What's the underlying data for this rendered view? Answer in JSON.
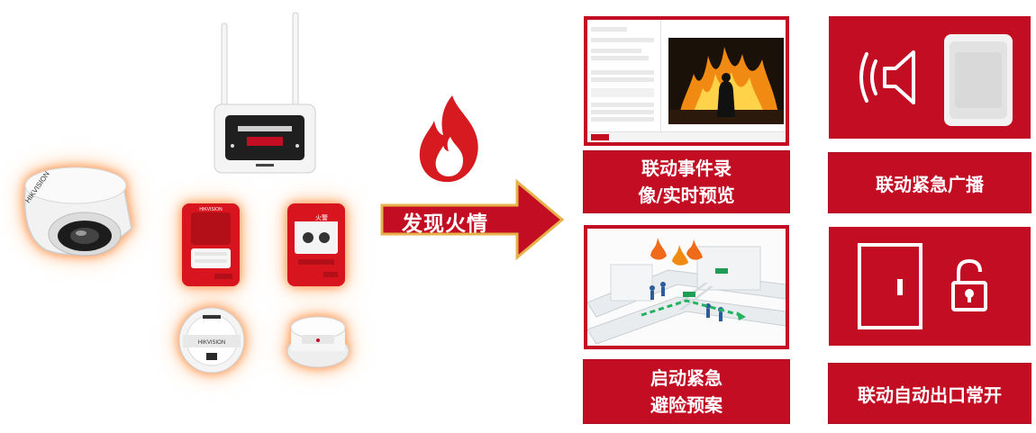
{
  "trigger": {
    "label": "发现火情"
  },
  "outputs": {
    "recording": {
      "line1": "联动事件录",
      "line2": "像/实时预览"
    },
    "evacuation": {
      "line1": "启动紧急",
      "line2": "避险预案"
    },
    "broadcast": {
      "label": "联动紧急广播"
    },
    "exit": {
      "label": "联动自动出口常开"
    }
  },
  "devices": {
    "camera_brand": "HIKVISION",
    "alarm_brand": "HIKVISION",
    "call_point_text": "火警",
    "smoke_brand": "HIKVISION"
  },
  "colors": {
    "accent": "#c30d23",
    "glow": "#ff8a3d",
    "background": "#ffffff"
  },
  "icons": [
    "flame-icon",
    "arrow-right-icon",
    "speaker-icon",
    "door-icon",
    "unlock-icon"
  ]
}
